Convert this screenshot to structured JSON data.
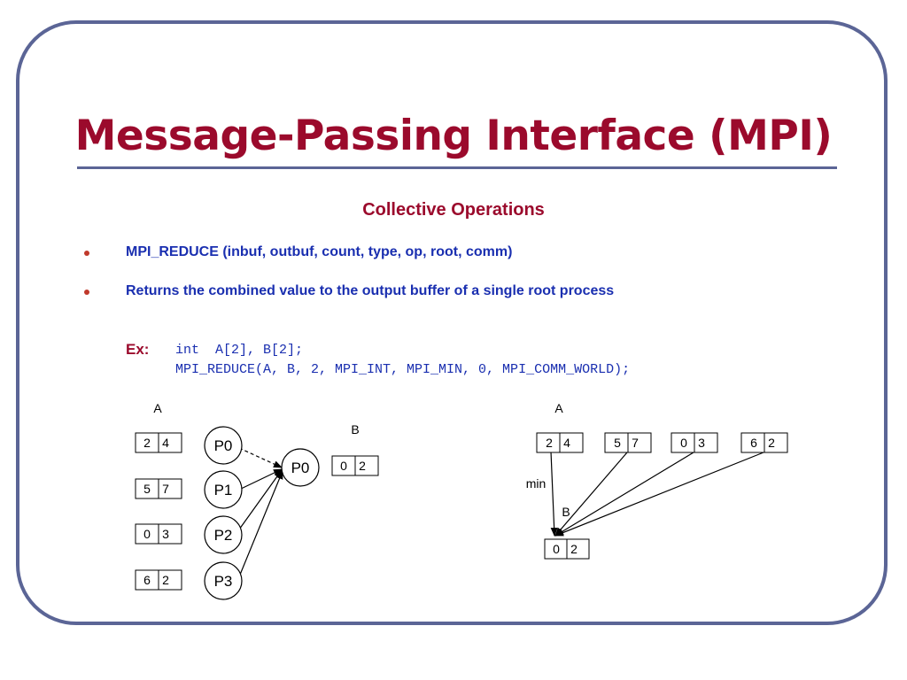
{
  "slide": {
    "title": "Message-Passing Interface (MPI)",
    "subtitle": "Collective Operations",
    "bullets": [
      "MPI_REDUCE (inbuf, outbuf, count, type, op, root, comm)",
      "Returns the combined value to the output buffer of a single root process"
    ],
    "example_label": "Ex:",
    "code_lines": [
      "int  A[2], B[2];",
      "MPI_REDUCE(A, B, 2, MPI_INT, MPI_MIN, 0, MPI_COMM_WORLD);"
    ],
    "colors": {
      "title": "#9b0a2c",
      "body_text": "#1a2fb0",
      "frame": "#5b6596",
      "bullet": "#c0392b"
    }
  },
  "left_diagram": {
    "label_a": "A",
    "label_b": "B",
    "a_arrays": [
      [
        "2",
        "4"
      ],
      [
        "5",
        "7"
      ],
      [
        "0",
        "3"
      ],
      [
        "6",
        "2"
      ]
    ],
    "processes": [
      "P0",
      "P1",
      "P2",
      "P3"
    ],
    "root": "P0",
    "result": [
      "0",
      "2"
    ]
  },
  "right_diagram": {
    "label_a": "A",
    "label_b": "B",
    "op_label": "min",
    "a_arrays": [
      [
        "2",
        "4"
      ],
      [
        "5",
        "7"
      ],
      [
        "0",
        "3"
      ],
      [
        "6",
        "2"
      ]
    ],
    "result": [
      "0",
      "2"
    ]
  }
}
